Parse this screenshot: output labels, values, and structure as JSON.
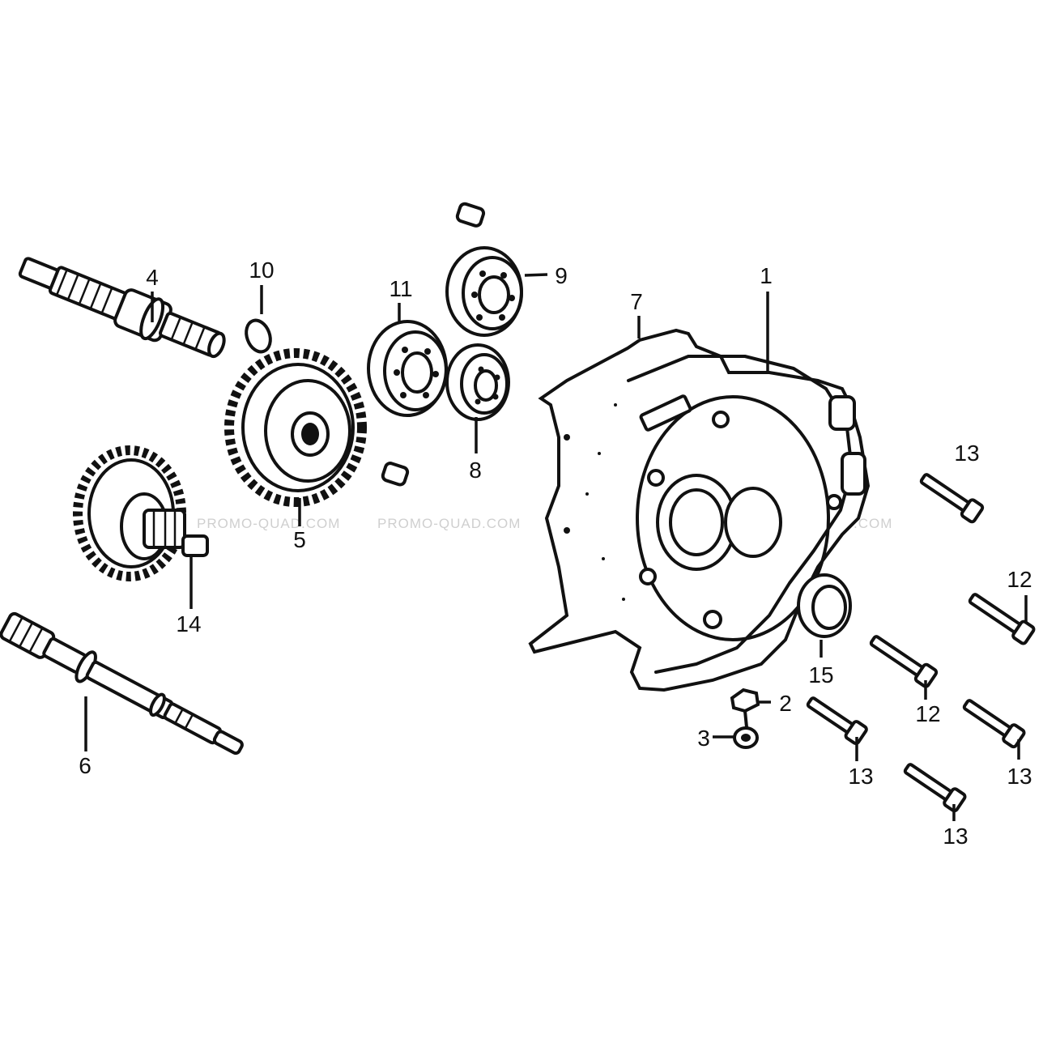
{
  "diagram": {
    "watermark": "PROMO-QUAD.COM",
    "callouts": {
      "c1": "1",
      "c2": "2",
      "c3": "3",
      "c4": "4",
      "c5": "5",
      "c6": "6",
      "c7": "7",
      "c8": "8",
      "c9": "9",
      "c10": "10",
      "c11": "11",
      "c12a": "12",
      "c12b": "12",
      "c13a": "13",
      "c13b": "13",
      "c13c": "13",
      "c13d": "13",
      "c14": "14",
      "c15": "15"
    }
  }
}
